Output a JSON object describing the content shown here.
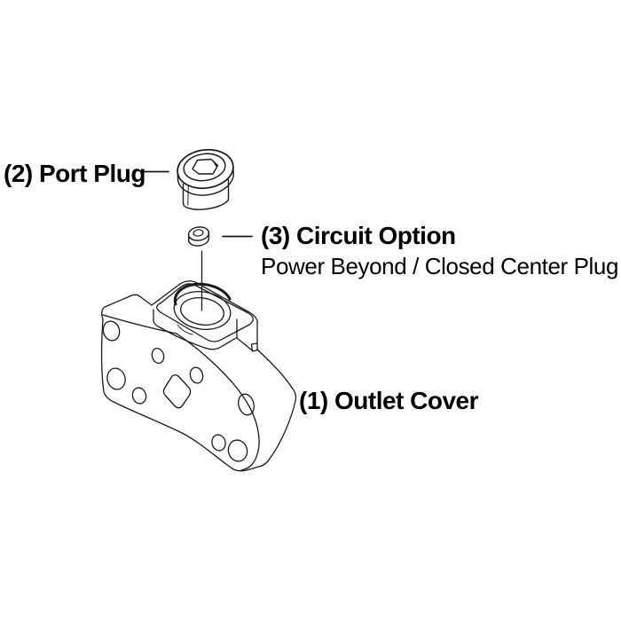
{
  "diagram_type": "exploded-parts-diagram",
  "parts": [
    {
      "number": "(1)",
      "name": "Outlet Cover",
      "label": "(1) Outlet Cover"
    },
    {
      "number": "(2)",
      "name": "Port Plug",
      "label": "(2) Port Plug"
    },
    {
      "number": "(3)",
      "name": "Circuit Option",
      "label": "(3) Circuit Option",
      "subtitle": "Power Beyond / Closed Center Plug"
    }
  ],
  "colors": {
    "background": "#ffffff",
    "line_art": "#1a1a1a",
    "text": "#000000"
  }
}
